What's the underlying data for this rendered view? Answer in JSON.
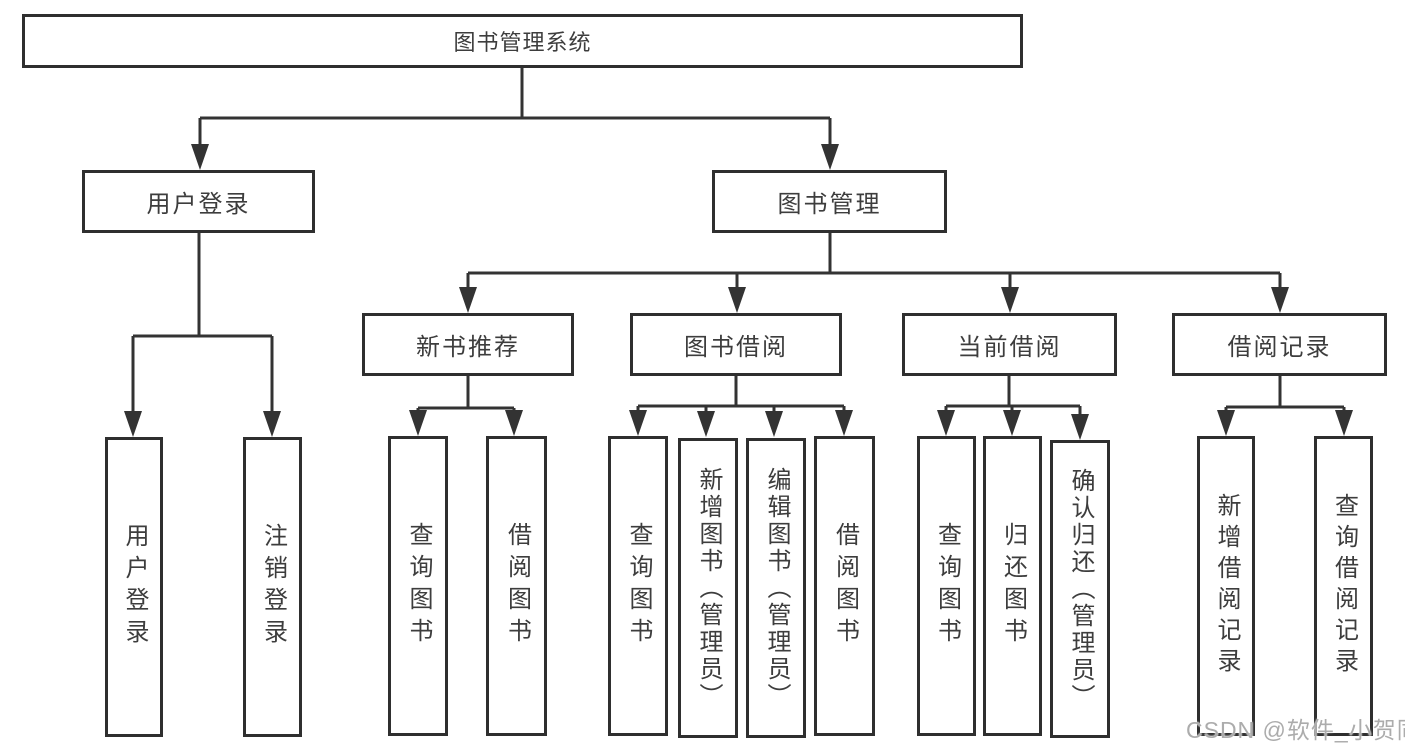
{
  "diagram_title": "图书管理系统",
  "nodes": {
    "root": "图书管理系统",
    "user_login": "用户登录",
    "book_mgmt": "图书管理",
    "new_book_rec": "新书推荐",
    "book_borrow": "图书借阅",
    "current_borrow": "当前借阅",
    "borrow_records": "借阅记录",
    "ul_user_login": "用户登录",
    "ul_logout": "注销登录",
    "nb_query": "查询图书",
    "nb_borrow": "借阅图书",
    "bb_query": "查询图书",
    "bb_add": "新增图书（管理员）",
    "bb_edit": "编辑图书（管理员）",
    "bb_borrow": "借阅图书",
    "cb_query": "查询图书",
    "cb_return": "归还图书",
    "cb_confirm": "确认归还（管理员）",
    "br_add": "新增借阅记录",
    "br_query": "查询借阅记录"
  },
  "hierarchy": {
    "图书管理系统": [
      "用户登录",
      "图书管理"
    ],
    "用户登录": [
      "用户登录",
      "注销登录"
    ],
    "图书管理": [
      "新书推荐",
      "图书借阅",
      "当前借阅",
      "借阅记录"
    ],
    "新书推荐": [
      "查询图书",
      "借阅图书"
    ],
    "图书借阅": [
      "查询图书",
      "新增图书（管理员）",
      "编辑图书（管理员）",
      "借阅图书"
    ],
    "当前借阅": [
      "查询图书",
      "归还图书",
      "确认归还（管理员）"
    ],
    "借阅记录": [
      "新增借阅记录",
      "查询借阅记录"
    ]
  },
  "watermark": "CSDN @软件_小贺同学",
  "colors": {
    "background": "#ffffff",
    "box_border": "#2f2f2f",
    "line": "#333333",
    "text": "#3d3d3d",
    "watermark": "#a5a5a5"
  }
}
